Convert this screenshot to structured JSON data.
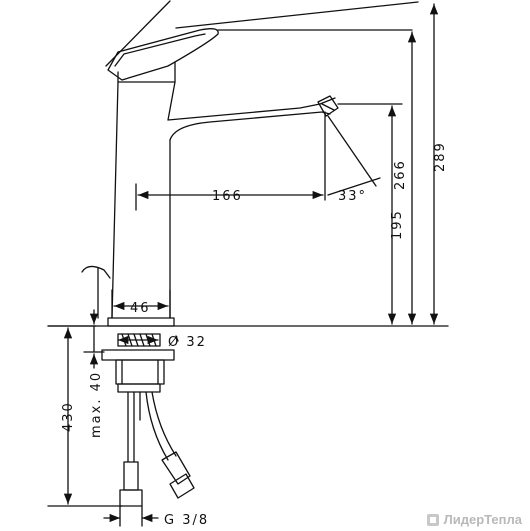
{
  "dimensions": {
    "reach": "166",
    "spray_angle": "33°",
    "spout_height": "195",
    "body_height": "266",
    "total_height": "289",
    "base_width": "46",
    "base_diameter": "Ø 32",
    "max_thickness": "max. 40",
    "hose_length": "430",
    "thread": "G 3/8"
  },
  "watermark": {
    "text": "ЛидерТепла"
  },
  "colors": {
    "line": "#111111",
    "watermark": "#b9b9b9"
  }
}
